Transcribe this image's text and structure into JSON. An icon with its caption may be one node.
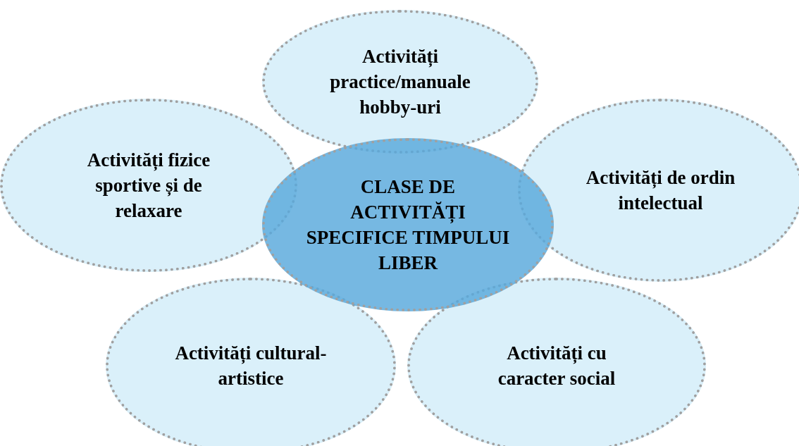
{
  "diagram": {
    "nodes": [
      {
        "text": [
          "Activități practice/manuale hobby-uri"
        ]
      },
      {
        "text": [
          "Activități fizice sportive și de relaxare"
        ]
      },
      {
        "text": [
          "CLASE DE ACTIVITĂȚI SPECIFICE TIMPULUI LIBER"
        ]
      },
      {
        "text": [
          "Activități de ordin intelectual"
        ]
      },
      {
        "text": [
          "Activități cultural-artistice"
        ]
      },
      {
        "text": [
          "Activități cu caracter social"
        ]
      }
    ]
  }
}
